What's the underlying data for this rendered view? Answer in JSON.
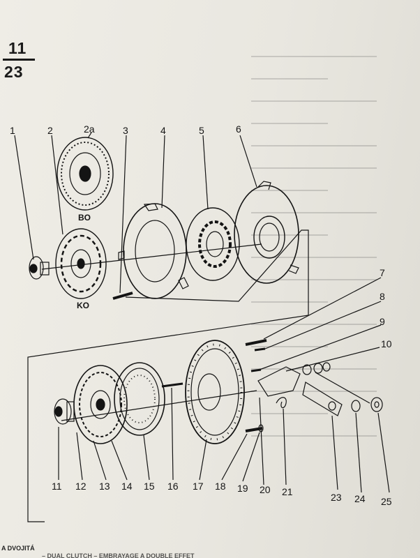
{
  "page_number": {
    "top": "11",
    "bottom": "23"
  },
  "diagram": {
    "callouts": {
      "c1": "1",
      "c2": "2",
      "c2a": "2a",
      "c3": "3",
      "c4": "4",
      "c5": "5",
      "c6": "6",
      "c7": "7",
      "c8": "8",
      "c9": "9",
      "c10": "10",
      "c11": "11",
      "c12": "12",
      "c13": "13",
      "c14": "14",
      "c15": "15",
      "c16": "16",
      "c17": "17",
      "c18": "18",
      "c19": "19",
      "c20": "20",
      "c21": "21",
      "c23": "23",
      "c24": "24",
      "c25": "25"
    },
    "variants": {
      "bo": "BO",
      "ko": "KO"
    }
  },
  "footer": {
    "line1": "A DVOJITÁ",
    "line2": "– DUAL CLUTCH – EMBRAYAGE A DOUBLE EFFET"
  },
  "colors": {
    "ink": "#141414",
    "paper": "#ecebe4"
  }
}
